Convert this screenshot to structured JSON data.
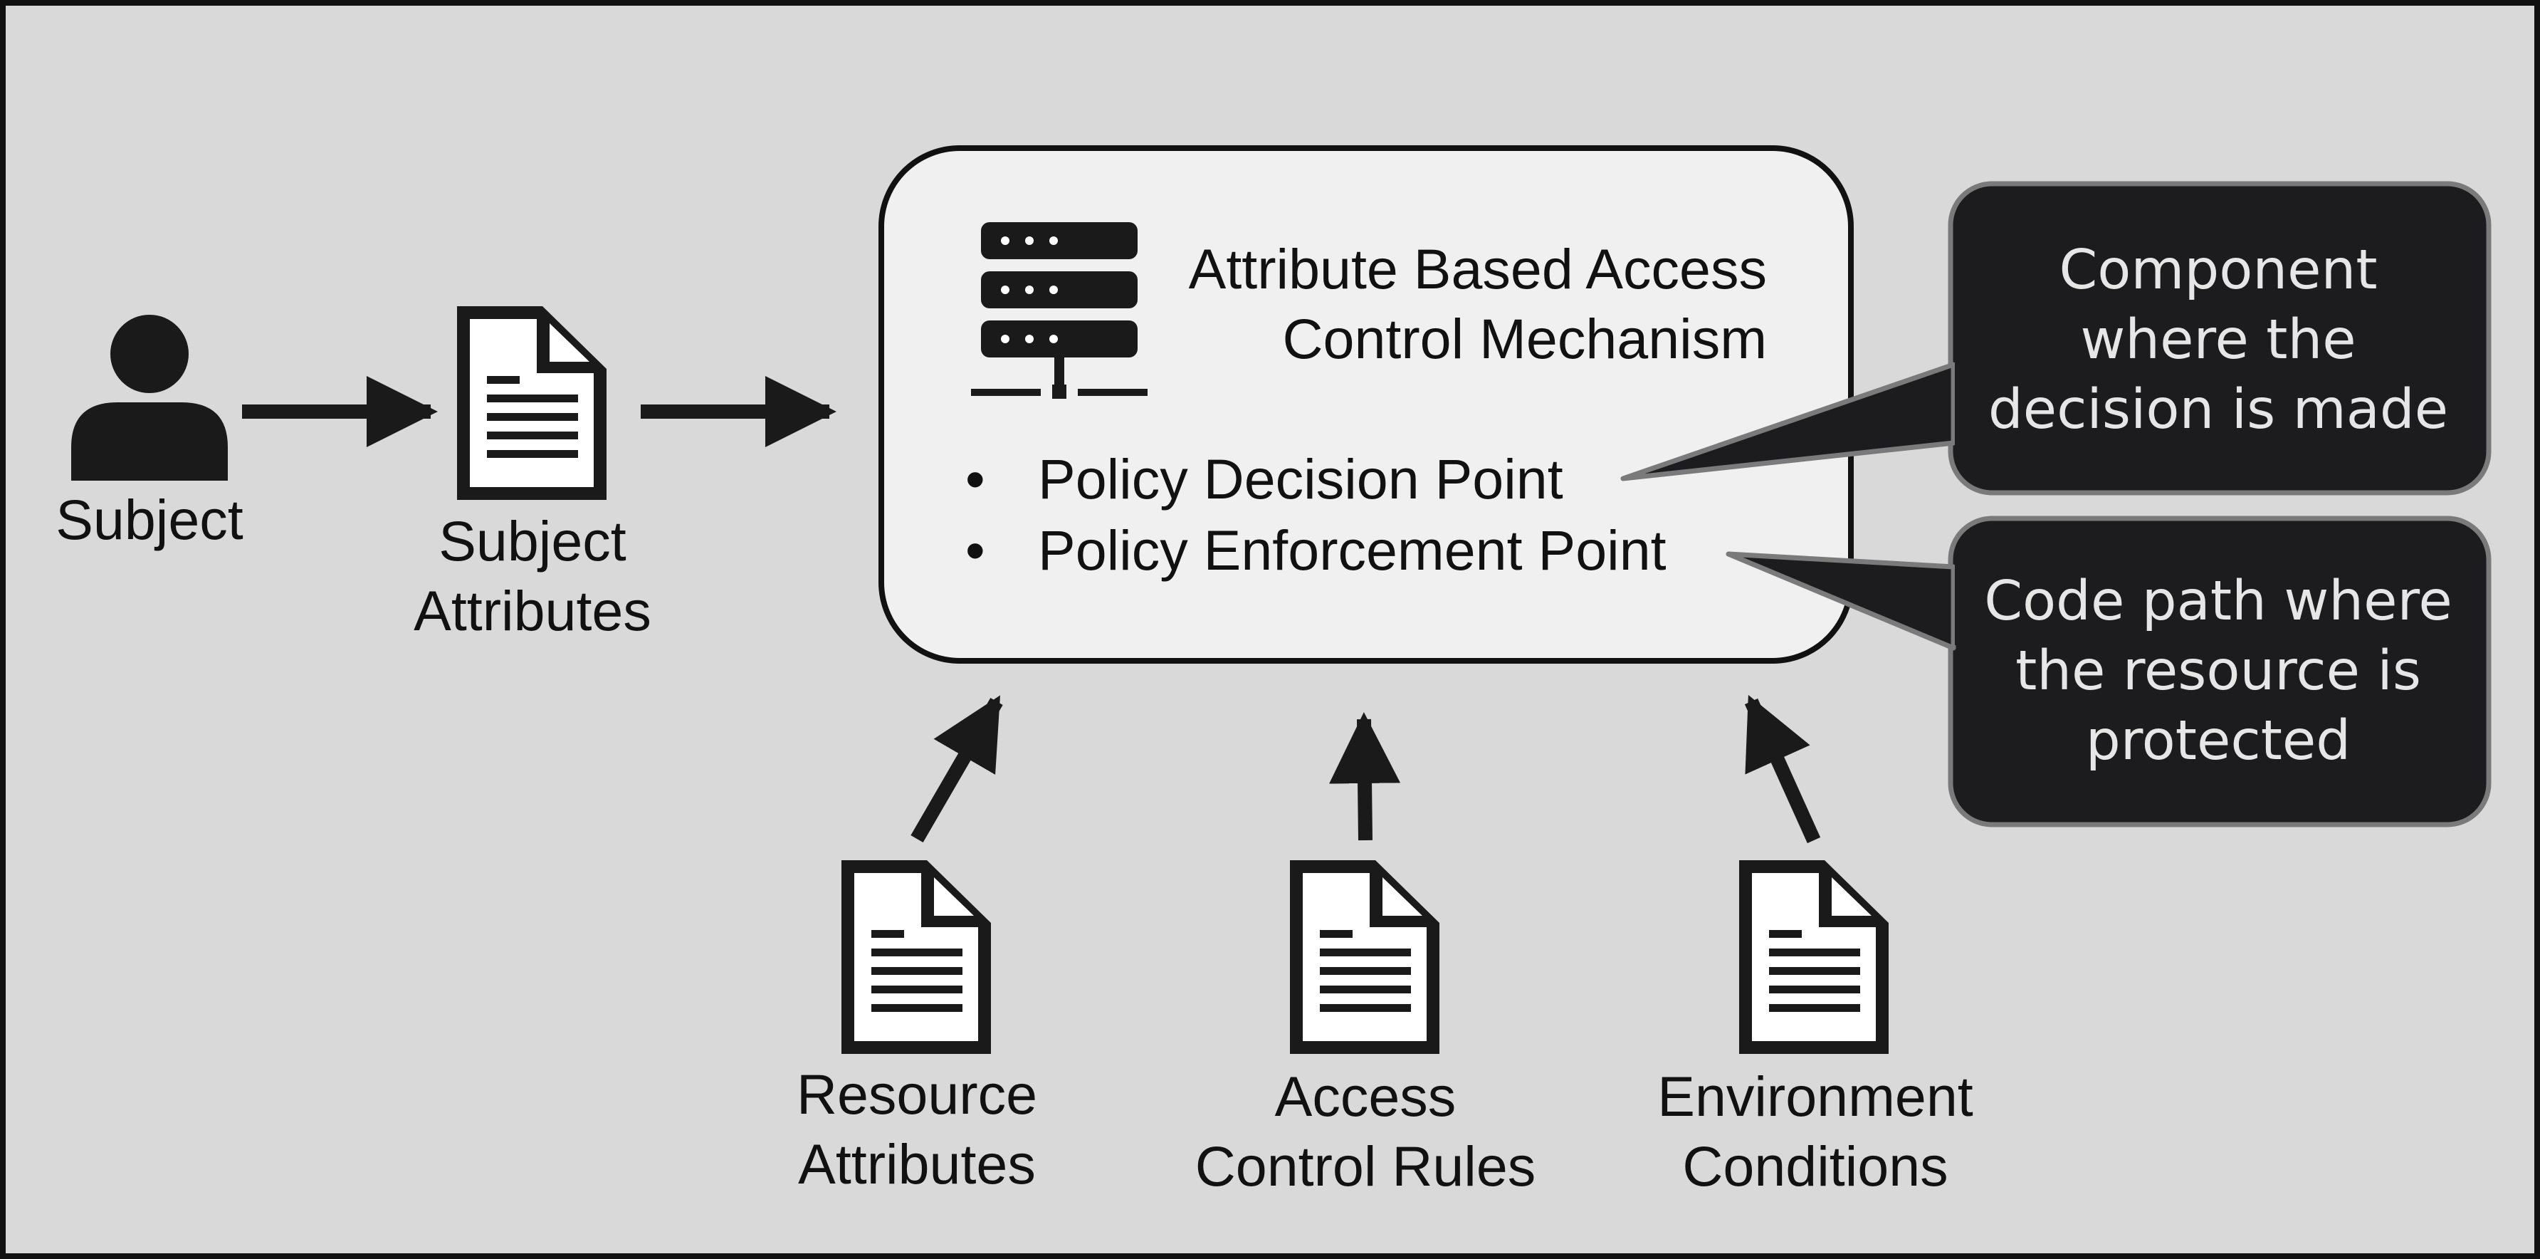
{
  "colors": {
    "background": "#d9d9d9",
    "frame": "#111111",
    "box_fill": "#f0f0f0",
    "icon": "#1a1a1a",
    "callout_fill": "#1c1c1e",
    "callout_border": "#7a7a7a",
    "callout_text": "#e6e6e6"
  },
  "subject": {
    "icon": "person-icon",
    "label": "Subject"
  },
  "subject_attributes": {
    "icon": "document-icon",
    "line1": "Subject",
    "line2": "Attributes"
  },
  "mechanism": {
    "icon": "server-icon",
    "title_line1": "Attribute Based Access",
    "title_line2": "Control Mechanism",
    "bullet_glyph": "•",
    "bullets": [
      "Policy Decision Point",
      "Policy Enforcement Point"
    ]
  },
  "callouts": [
    {
      "lines": [
        "Component",
        "where the",
        "decision is made"
      ]
    },
    {
      "lines": [
        "Code path where",
        "the resource is",
        "protected"
      ]
    }
  ],
  "inputs": [
    {
      "icon": "document-icon",
      "line1": "Resource",
      "line2": "Attributes"
    },
    {
      "icon": "document-icon",
      "line1": "Access",
      "line2": "Control Rules"
    },
    {
      "icon": "document-icon",
      "line1": "Environment",
      "line2": "Conditions"
    }
  ]
}
